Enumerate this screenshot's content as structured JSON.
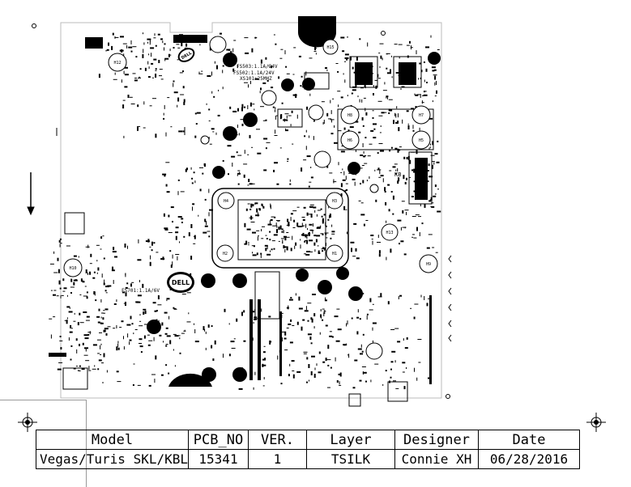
{
  "board": {
    "colors": {
      "ink": "#000000",
      "bg": "#ffffff",
      "frame": "#999999"
    },
    "mounting_holes": [
      {
        "id": "h4",
        "label": "H4"
      },
      {
        "id": "h3",
        "label": "H3"
      },
      {
        "id": "h2",
        "label": "H2"
      },
      {
        "id": "h1",
        "label": "H1"
      },
      {
        "id": "h8",
        "label": "H8"
      },
      {
        "id": "h7",
        "label": "H7"
      },
      {
        "id": "h6",
        "label": "H6"
      },
      {
        "id": "h5",
        "label": "H5"
      },
      {
        "id": "h12",
        "label": "H12"
      },
      {
        "id": "h15",
        "label": "H15"
      },
      {
        "id": "h10",
        "label": "H10"
      },
      {
        "id": "h13",
        "label": "H13"
      },
      {
        "id": "h9",
        "label": "H9"
      }
    ],
    "silk_labels": {
      "fuse_1": "FS503:1.1A/24V",
      "fuse_2": "FS502:1.1A/24V",
      "crystal": "XS101:25MHZ",
      "fuse_3": "FS701:1.1A/6V",
      "kb": "KB"
    },
    "logos": {
      "dell_1": "DELL",
      "dell_2": "DELL"
    },
    "icons": {
      "fiducial": "fiducial-crosshair-icon"
    }
  },
  "title_block": {
    "headers": {
      "model": "Model",
      "pcb_no": "PCB_NO",
      "ver": "VER.",
      "layer": "Layer",
      "designer": "Designer",
      "date": "Date"
    },
    "values": {
      "model": "Vegas/Turis SKL/KBL",
      "pcb_no": "15341",
      "ver": "1",
      "layer": "TSILK",
      "designer": "Connie XH",
      "date": "06/28/2016"
    }
  }
}
